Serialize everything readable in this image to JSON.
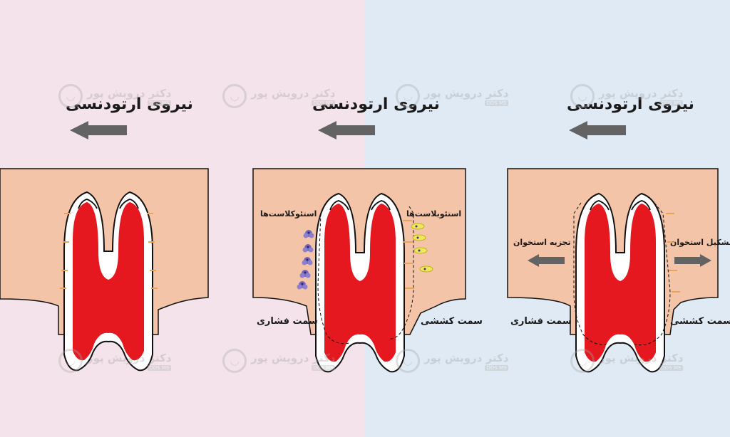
{
  "force_label": "نیروی ارتودنسی",
  "panels": [
    {
      "id": "left",
      "force": "نیروی ارتودنسی"
    },
    {
      "id": "middle",
      "force": "نیروی ارتودنسی",
      "osteoclasts": "استئوکلاست‌ها",
      "osteoblasts": "استئوبلاست‌ها",
      "pressure": "سمت فشاری",
      "tension": "سمت کششی"
    },
    {
      "id": "right",
      "force": "نیروی ارتودنسی",
      "resorption": "تجزیه استخوان",
      "formation": "تشکیل استخوان",
      "pressure": "سمت فشاری",
      "tension": "سمت کششی"
    }
  ],
  "watermark": {
    "name": "دکتر درویش پور",
    "sub": "DDS MS"
  },
  "colors": {
    "bone": "#f4c4a8",
    "pulp": "#e4181e",
    "arrow": "#636363",
    "ligament": "#e9a45a"
  }
}
